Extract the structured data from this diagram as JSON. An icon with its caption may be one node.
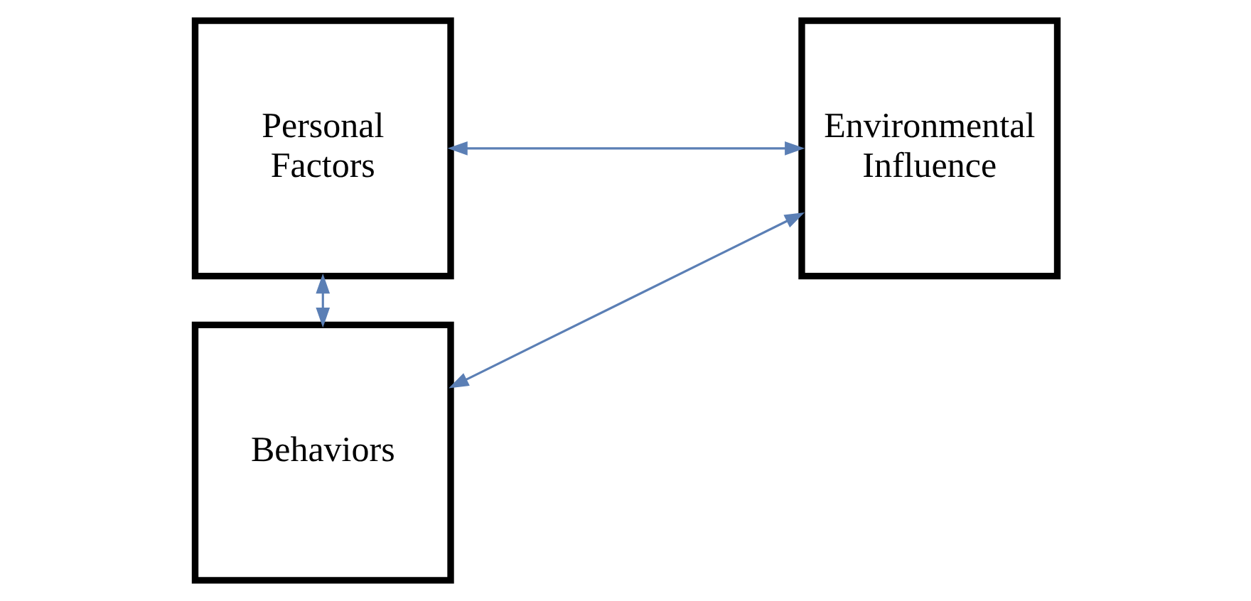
{
  "diagram": {
    "nodes": [
      {
        "text": [
          "Personal Factors"
        ]
      },
      {
        "text": [
          "Environmental Influence"
        ]
      },
      {
        "text": [
          "Behaviors"
        ]
      }
    ],
    "edges": [
      {
        "from": 0,
        "to": 1,
        "arrow": "both"
      },
      {
        "from": 0,
        "to": 2,
        "arrow": "both"
      },
      {
        "from": 2,
        "to": 1,
        "arrow": "both"
      }
    ]
  }
}
